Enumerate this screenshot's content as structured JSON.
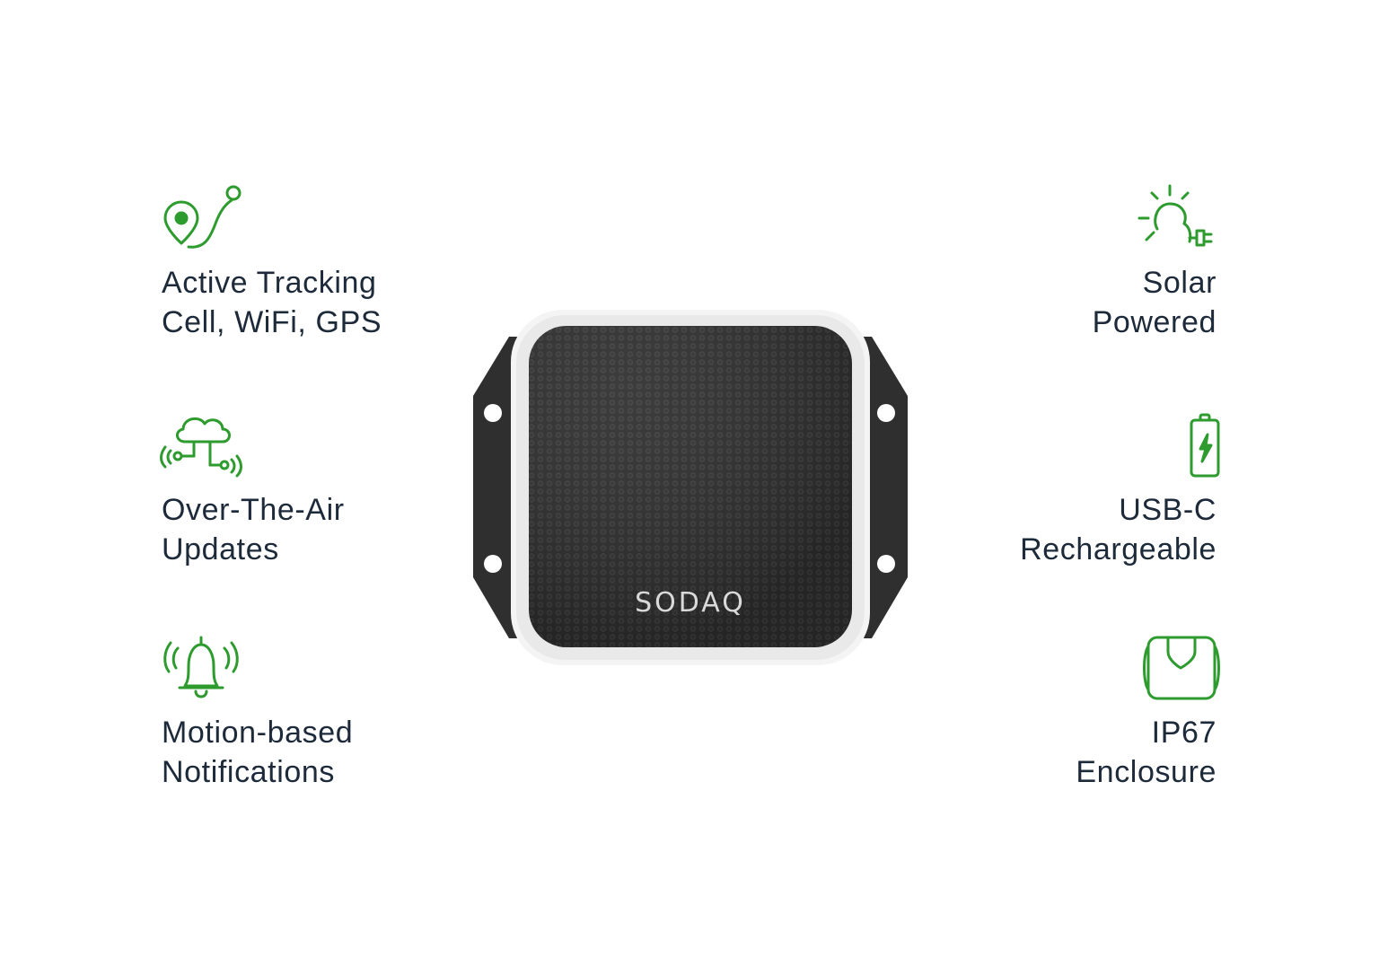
{
  "colors": {
    "accent_green": "#2e9b2e",
    "text_dark": "#1d2a3a",
    "device_body": "#2c2c2c",
    "device_rim": "#f5f5f5"
  },
  "device": {
    "brand": "SODAQ"
  },
  "features": {
    "tracking": {
      "icon": "location-route-icon",
      "line1": "Active Tracking",
      "line2": "Cell, WiFi, GPS"
    },
    "ota": {
      "icon": "cloud-network-icon",
      "line1": "Over-The-Air",
      "line2": "Updates"
    },
    "motion": {
      "icon": "ringing-bell-icon",
      "line1": "Motion-based",
      "line2": "Notifications"
    },
    "solar": {
      "icon": "sun-plug-icon",
      "line1": "Solar",
      "line2": "Powered"
    },
    "usbc": {
      "icon": "battery-charging-icon",
      "line1": "USB-C",
      "line2": "Rechargeable"
    },
    "ip67": {
      "icon": "shield-enclosure-icon",
      "line1": "IP67",
      "line2": "Enclosure"
    }
  }
}
